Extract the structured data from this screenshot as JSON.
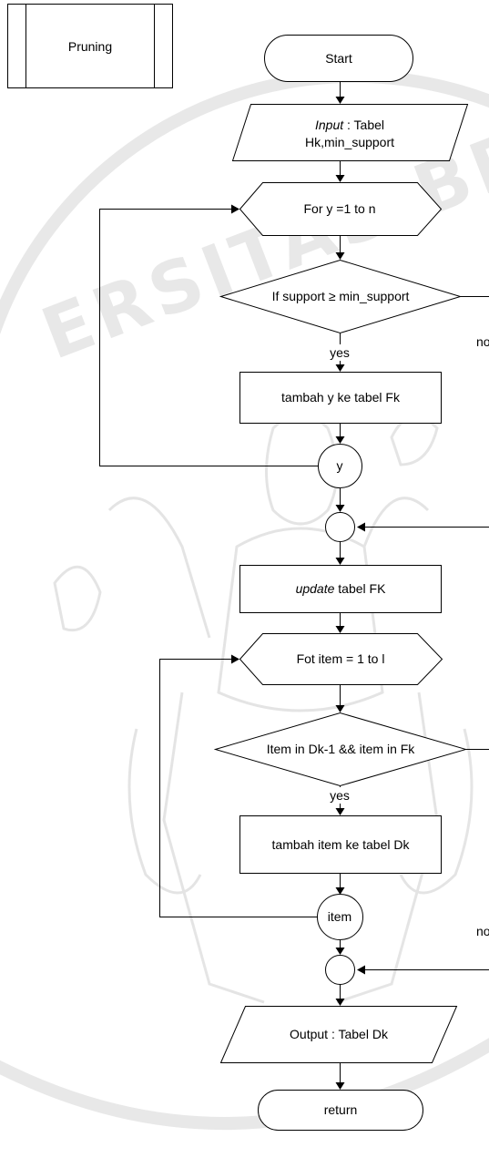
{
  "watermark": {
    "text": "ERSITAS BRA"
  },
  "flowchart": {
    "title": "Pruning",
    "start": "Start",
    "input_prefix": "Input",
    "input_line1_rest": " : Tabel",
    "input_line2": "Hk,min_support",
    "loop1": "For y =1 to n",
    "decision1": "If support ≥ min_support",
    "decision1_yes": "yes",
    "decision1_no": "no",
    "process1": "tambah y ke tabel Fk",
    "connector1": "y",
    "update_prefix": "update",
    "update_rest": " tabel FK",
    "loop2": "Fot item = 1 to l",
    "decision2": "Item in Dk-1 && item in Fk",
    "decision2_yes": "yes",
    "decision2_no": "no",
    "process2": "tambah item ke tabel Dk",
    "connector2": "item",
    "output": "Output : Tabel Dk",
    "end": "return"
  }
}
